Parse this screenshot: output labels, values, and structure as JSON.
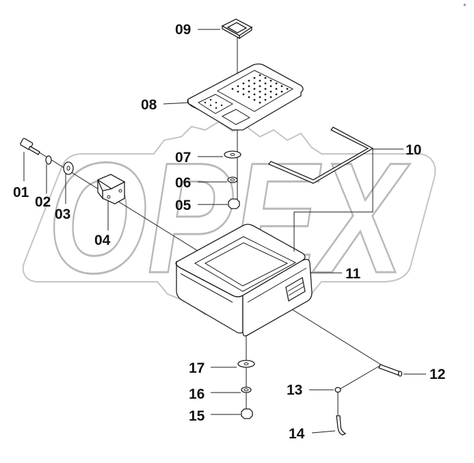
{
  "watermark": {
    "text": "OPEX"
  },
  "corner_mark": "✦",
  "callouts": [
    {
      "id": "09",
      "text": "09"
    },
    {
      "id": "08",
      "text": "08"
    },
    {
      "id": "07",
      "text": "07"
    },
    {
      "id": "06",
      "text": "06"
    },
    {
      "id": "05",
      "text": "05"
    },
    {
      "id": "10",
      "text": "10"
    },
    {
      "id": "11",
      "text": "11"
    },
    {
      "id": "01",
      "text": "01"
    },
    {
      "id": "02",
      "text": "02"
    },
    {
      "id": "03",
      "text": "03"
    },
    {
      "id": "04",
      "text": "04"
    },
    {
      "id": "12",
      "text": "12"
    },
    {
      "id": "13",
      "text": "13"
    },
    {
      "id": "14",
      "text": "14"
    },
    {
      "id": "17",
      "text": "17"
    },
    {
      "id": "16",
      "text": "16"
    },
    {
      "id": "15",
      "text": "15"
    }
  ],
  "colors": {
    "line": "#1a1a1a",
    "watermark_outline": "#b9b9b9",
    "background": "#ffffff"
  }
}
